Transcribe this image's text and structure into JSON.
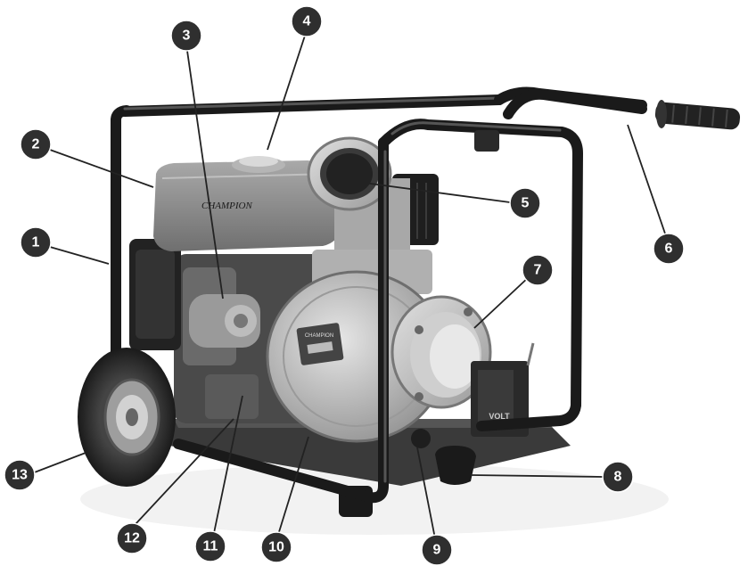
{
  "brand": {
    "label": "CHAMPION"
  },
  "nameplate": {
    "label": "CHAMPION"
  },
  "battery": {
    "label": "VOLT"
  },
  "callouts": [
    "1",
    "2",
    "3",
    "4",
    "5",
    "6",
    "7",
    "8",
    "9",
    "10",
    "11",
    "12",
    "13"
  ],
  "colors": {
    "callout_fill": "#2f2f2f",
    "frame": "#1a1a1a",
    "engine_tank": "#8a8a8a",
    "pump_body": "#bdbdbd"
  }
}
